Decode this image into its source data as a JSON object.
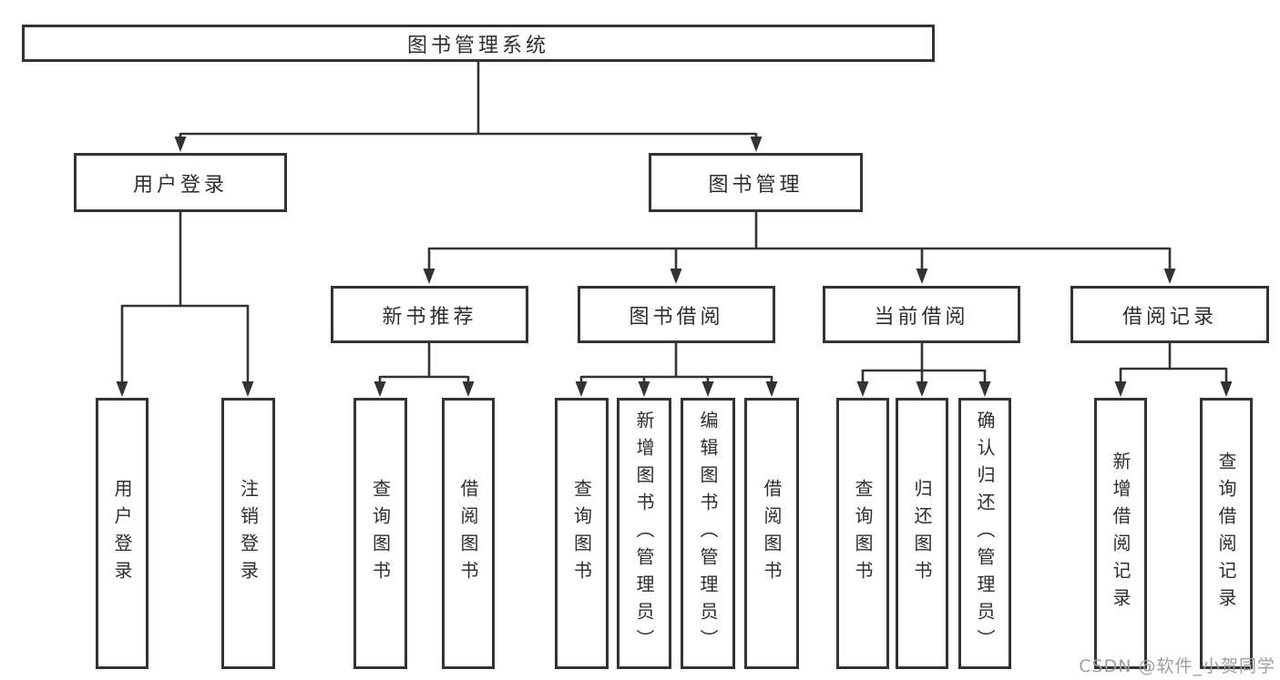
{
  "colors": {
    "line": "#333333",
    "node_border": "#333333",
    "text": "#2e2e2e",
    "watermark": "#9e9e9e",
    "background": "#ffffff"
  },
  "watermark": {
    "text": "CSDN @软件_小贺同学"
  },
  "tree": {
    "root": {
      "label": "图书管理系统",
      "children": [
        {
          "label": "用户登录",
          "children": [
            {
              "label": "用户登录"
            },
            {
              "label": "注销登录"
            }
          ]
        },
        {
          "label": "图书管理",
          "children": [
            {
              "label": "新书推荐",
              "children": [
                {
                  "label": "查询图书"
                },
                {
                  "label": "借阅图书"
                }
              ]
            },
            {
              "label": "图书借阅",
              "children": [
                {
                  "label": "查询图书"
                },
                {
                  "label": "新增图书（管理员）"
                },
                {
                  "label": "编辑图书（管理员）"
                },
                {
                  "label": "借阅图书"
                }
              ]
            },
            {
              "label": "当前借阅",
              "children": [
                {
                  "label": "查询图书"
                },
                {
                  "label": "归还图书"
                },
                {
                  "label": "确认归还（管理员）"
                }
              ]
            },
            {
              "label": "借阅记录",
              "children": [
                {
                  "label": "新增借阅记录"
                },
                {
                  "label": "查询借阅记录"
                }
              ]
            }
          ]
        }
      ]
    }
  }
}
